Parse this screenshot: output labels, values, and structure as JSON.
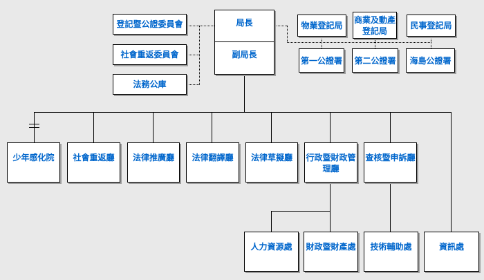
{
  "org": {
    "director": "局長",
    "deputy_director": "副局長",
    "committees": [
      {
        "label": "登記暨公證委員會"
      },
      {
        "label": "社會重返委員會"
      },
      {
        "label": "法務公庫"
      }
    ],
    "registries": [
      {
        "label": "物業登記局"
      },
      {
        "label": "商業及動產登記局"
      },
      {
        "label": "民事登記局"
      }
    ],
    "notary_offices": [
      {
        "label": "第一公證署"
      },
      {
        "label": "第二公證署"
      },
      {
        "label": "海島公證署"
      }
    ],
    "departments": [
      {
        "label": "少年感化院"
      },
      {
        "label": "社會重返廳"
      },
      {
        "label": "法律推廣廳"
      },
      {
        "label": "法律翻譯廳"
      },
      {
        "label": "法律草擬廳"
      },
      {
        "label": "行政暨財政管理廳"
      },
      {
        "label": "查核暨申訴廳"
      }
    ],
    "divisions": [
      {
        "label": "人力資源處"
      },
      {
        "label": "財政暨財產處"
      },
      {
        "label": "技術輔助處"
      },
      {
        "label": "資訊處"
      }
    ],
    "colors": {
      "background": "#E9E9E9",
      "box_background": "#FFFFFF",
      "box_border": "#000000",
      "box_shadow": "#9E9E9E",
      "label_text": "#0066CC",
      "connector": "#000000"
    }
  }
}
